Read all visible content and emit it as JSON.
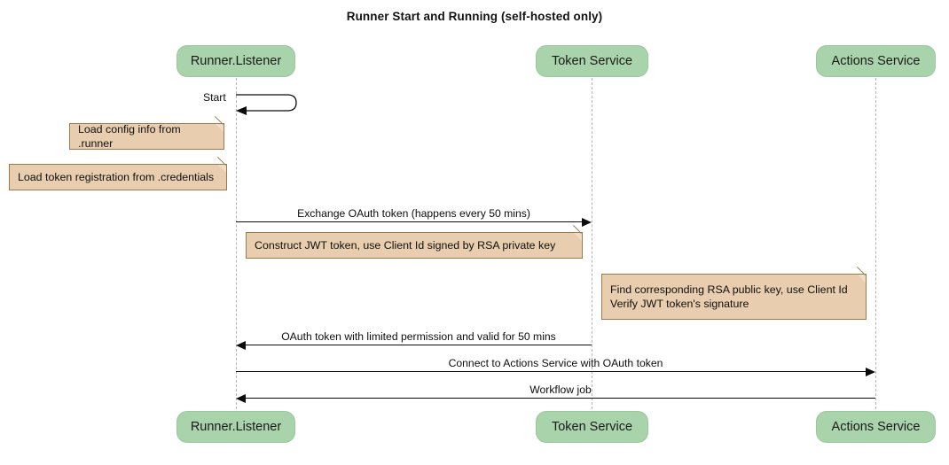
{
  "diagram": {
    "title": "Runner Start and Running (self-hosted only)",
    "colors": {
      "participant_fill": "#a9d3ab",
      "participant_border": "#9bc79d",
      "note_fill": "#e8cdae",
      "note_border": "#9a7b50",
      "line": "#0b0b0b",
      "lifeline": "#b4b4b4",
      "background": "#ffffff"
    },
    "participants": [
      {
        "id": "runner",
        "label": "Runner.Listener"
      },
      {
        "id": "token",
        "label": "Token Service"
      },
      {
        "id": "actions",
        "label": "Actions Service"
      }
    ],
    "participants_bottom": [
      {
        "id": "runner",
        "label": "Runner.Listener"
      },
      {
        "id": "token",
        "label": "Token Service"
      },
      {
        "id": "actions",
        "label": "Actions Service"
      }
    ],
    "messages": [
      {
        "id": "start",
        "label": "Start",
        "from": "runner",
        "to": "runner",
        "kind": "self"
      },
      {
        "id": "exchange-oauth-token",
        "label": "Exchange OAuth token (happens every 50 mins)",
        "from": "runner",
        "to": "token",
        "direction": "right"
      },
      {
        "id": "oauth-token-response",
        "label": "OAuth token with limited permission and valid for 50 mins",
        "from": "token",
        "to": "runner",
        "direction": "left"
      },
      {
        "id": "connect-actions-service",
        "label": "Connect to Actions Service with OAuth token",
        "from": "runner",
        "to": "actions",
        "direction": "right"
      },
      {
        "id": "workflow-job",
        "label": "Workflow job",
        "from": "actions",
        "to": "runner",
        "direction": "left"
      }
    ],
    "notes": [
      {
        "id": "load-config",
        "text": "Load config info from .runner"
      },
      {
        "id": "load-token-registration",
        "text": "Load token registration from .credentials"
      },
      {
        "id": "construct-jwt",
        "text": "Construct JWT token, use Client Id signed by RSA private key"
      },
      {
        "id": "verify-jwt",
        "text": "Find corresponding RSA public key, use Client Id\nVerify JWT token's signature"
      }
    ]
  }
}
